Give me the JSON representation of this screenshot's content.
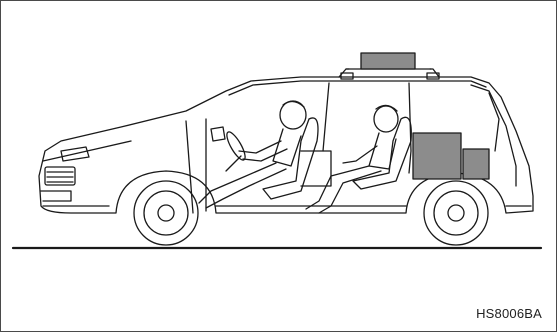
{
  "figure": {
    "code": "HS8006BA"
  },
  "colors": {
    "outline": "#1a1a1a",
    "cargo_fill": "#8c8c8c",
    "background": "#ffffff",
    "frame": "#4a4a4a"
  },
  "icons": [
    "vehicle-side-view",
    "driver-figure",
    "passenger-figure",
    "roof-cargo-box",
    "rear-cargo-boxes"
  ]
}
